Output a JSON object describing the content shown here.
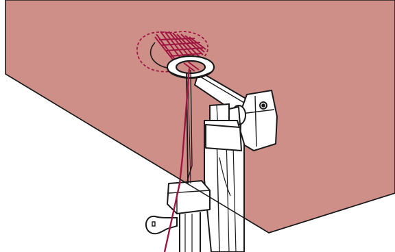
{
  "illustration": {
    "subject": "sewing-machine-presser-foot-free-motion-embroidery",
    "colors": {
      "fabric": "#cf8f89",
      "thread": "#9e1640",
      "outline": "#1a1a1a",
      "metal": "#ffffff",
      "background": "#ffffff"
    },
    "icons": [
      "fabric-sheet",
      "embroidery-foot-ring",
      "thread-stitches",
      "needle",
      "presser-bar",
      "thumb-screw"
    ]
  }
}
